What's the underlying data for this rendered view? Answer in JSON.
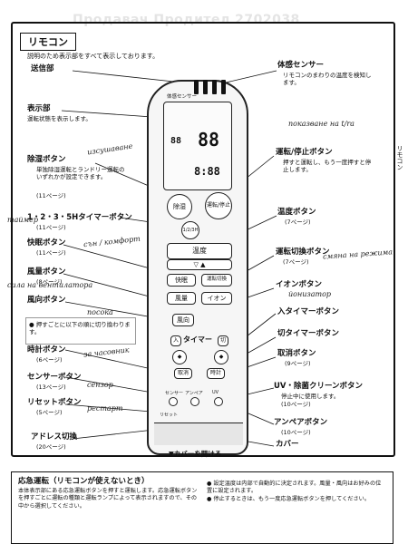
{
  "watermark": "Продавач Продител 2702038",
  "header": {
    "title": "リモコン",
    "intro": "説明のため表示部をすべて表示しております。"
  },
  "remote": {
    "lcd_top_label": "体感センサー",
    "lcd_segments_1": "88",
    "lcd_segments_2": "88",
    "lcd_segments_3": "8:88",
    "btn_dehumid": "除湿",
    "btn_power": "運転/停止",
    "btn_timer_label": "1/2/3H",
    "btn_temp": "温度",
    "btn_comfort": "快眠",
    "btn_mode": "運転切換",
    "btn_fan": "風量",
    "btn_ion": "イオン",
    "btn_direction": "風向",
    "btn_on_timer": "入",
    "btn_off_timer": "切",
    "timer_label": "タイマー",
    "btn_cancel": "取消",
    "btn_clock": "時計",
    "btn_sensor": "センサー",
    "btn_amp": "アンペア",
    "btn_uv": "UV",
    "btn_reset": "リセット"
  },
  "left_labels": [
    {
      "name": "送信部"
    },
    {
      "name": "表示部",
      "desc": "運転状態を表示します。"
    },
    {
      "name": "除湿ボタン",
      "desc": "単独除湿運転とランドリー運転のいずれかが設定できます。",
      "page": "(11ページ)"
    },
    {
      "name": "1・2・3・5Hタイマーボタン",
      "page": "(11ページ)"
    },
    {
      "name": "快眠ボタン",
      "page": "(11ページ)"
    },
    {
      "name": "風量ボタン",
      "page": "(8ページ)"
    },
    {
      "name": "風向ボタン"
    },
    {
      "name": "時計ボタン",
      "page": "(6ページ)"
    },
    {
      "name": "センサーボタン",
      "page": "(13ページ)"
    },
    {
      "name": "リセットボタン",
      "page": "(5ページ)"
    },
    {
      "name": "アドレス切換",
      "page": "(20ページ)"
    }
  ],
  "left_note": "● 押すごとに以下の順に切り換わります。",
  "right_labels": [
    {
      "name": "体感センサー",
      "desc": "リモコンのまわりの温度を検知します。"
    },
    {
      "name": "運転/停止ボタン",
      "desc": "押すと運転し、もう一度押すと停止します。"
    },
    {
      "name": "温度ボタン",
      "page": "(7ページ)"
    },
    {
      "name": "運転切換ボタン",
      "page": "(7ページ)"
    },
    {
      "name": "イオンボタン"
    },
    {
      "name": "入タイマーボタン"
    },
    {
      "name": "切タイマーボタン"
    },
    {
      "name": "取消ボタン",
      "page": "(9ページ)"
    },
    {
      "name": "UV・除菌クリーンボタン",
      "desc": "停止中に使用します。",
      "page": "(10ページ)"
    },
    {
      "name": "アンペアボタン",
      "page": "(10ページ)"
    },
    {
      "name": "カバー"
    }
  ],
  "cover_caption": "▼カバーを開ける",
  "handwriting": {
    "display": "показване на t/ra",
    "dehumid": "изсушаване",
    "timer": "таймер",
    "comfort": "сън / комфорт",
    "fan": "сила на вентилатора",
    "direction": "посока",
    "clock": "за часовник",
    "sensor": "сензор",
    "reset": "рестарт",
    "mode": "смяна на режима",
    "ion": "йонизатор"
  },
  "side_text": "リモコン",
  "emergency": {
    "title": "応急運転（リモコンが使えないとき）",
    "left_text": "本体表示部にある応急運転ボタンを押すと運転します。応急運転ボタンを押すごとに運転の種類と運転ランプによって表示されますので、その中から選択してください。",
    "right_text": "● 設定温度は内部で自動的に決定されます。風量・風向はお好みの位置に設定されます。\n● 停止するときは、もう一度応急運転ボタンを押してください。"
  }
}
